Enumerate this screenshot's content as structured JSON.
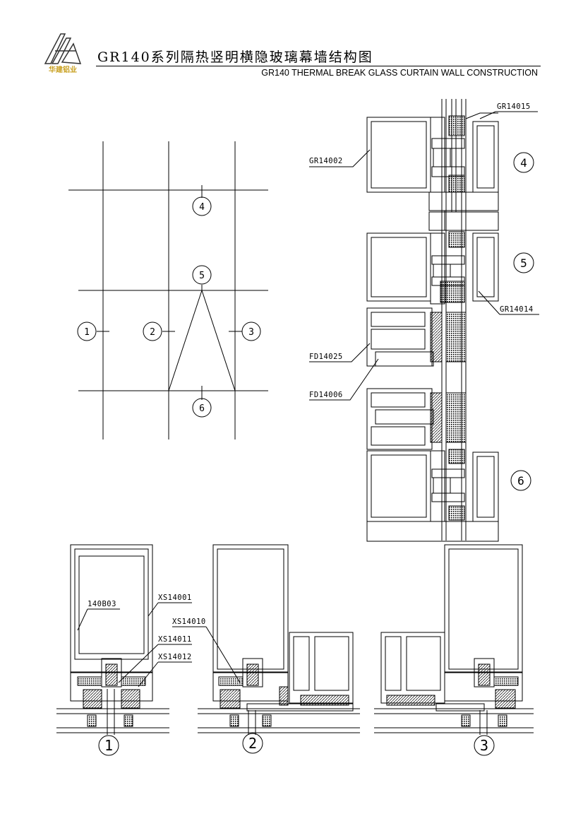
{
  "header": {
    "title_cn": "GR140系列隔热竖明横隐玻璃幕墙结构图",
    "title_en": "GR140 THERMAL BREAK  GLASS CURTAIN WALL CONSTRUCTION",
    "logo_text": "华建铝业"
  },
  "elevation": {
    "markers": [
      "1",
      "2",
      "3",
      "4",
      "5",
      "6"
    ]
  },
  "section_vertical": {
    "callouts": [
      "GR14015",
      "GR14002",
      "GR14014",
      "FD14025",
      "FD14006"
    ],
    "markers": [
      "4",
      "5",
      "6"
    ]
  },
  "section_horizontal": {
    "callouts": [
      "140B03",
      "XS14001",
      "XS14010",
      "XS14011",
      "XS14012"
    ],
    "markers": [
      "1",
      "2",
      "3"
    ]
  },
  "colors": {
    "line": "#000000",
    "logo_accent": "#c8a020"
  }
}
